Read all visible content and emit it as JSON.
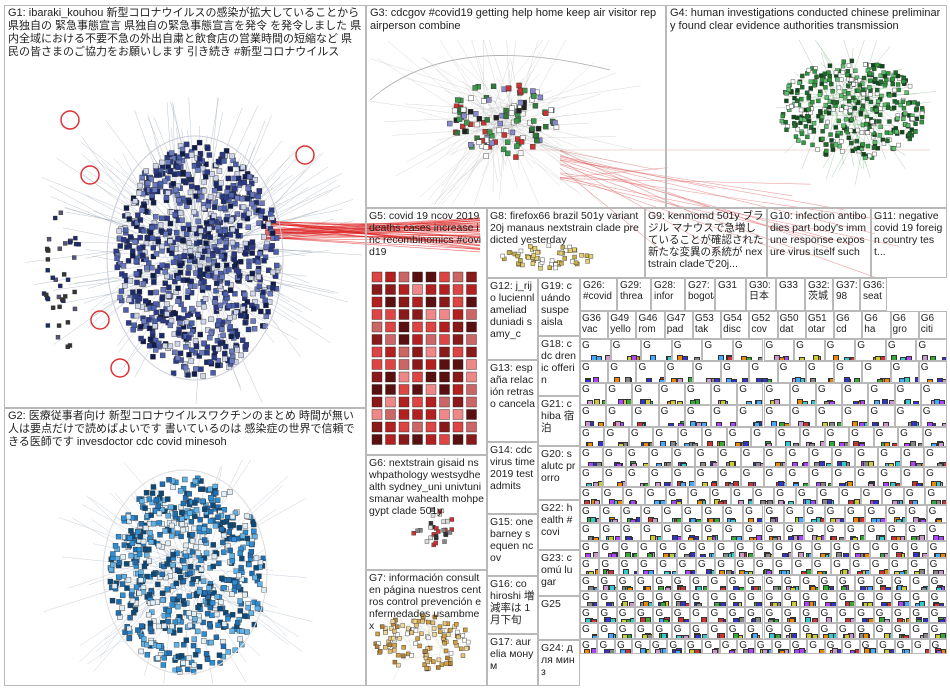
{
  "groups": {
    "g1": "G1: ibaraki_kouhou 新型コロナウイルスの感染が拡大していることから 県独自の 緊急事態宣言 県独自の緊急事態宣言を発令 を発令しました 県内全域における不要不急の外出自粛と飲食店の営業時間の短縮など 県民の皆さまのご協力をお願いします 引き続き #新型コロナウイルス",
    "g2": "G2: 医療従事者向け 新型コロナウイルスワクチンのまとめ 時間が無い人は要点だけで読めばよいです 書いているのは 感染症の世界で信頼できる医師です invesdoctor cdc covid minesoh",
    "g3": "G3: cdcgov #covid19 getting help home keep air visitor repairperson combine",
    "g4": "G4: human investigations conducted chinese preliminary found clear evidence authorities transmission",
    "g5": "G5: covid 19 ncov 2019 deaths cases increase inc recombinomics #covid19",
    "g6": "G6: nextstrain gisaid nswhpathology westsydhealth sydney_uni univtunismanar wahealth mohpegypt clade 501y",
    "g7": "G7: información consulten página nuestros centros control prevención enfermedades usambmex",
    "g8": "G8: firefox66 brazil 501y variant 20j manaus nextstrain clade predicted yesterday",
    "g9": "G9: kenmomd 501y ブラジル マナウスで急増していることが確認された新たな変異の系統が nextstrain cladeで20j...",
    "g10": "G10: infection antibodies part body's immune response exposure virus itself such",
    "g11": "G11: negative covid 19 foreign country test...",
    "g12": "G12: j_rijo luciennl ameliad duniadi samy_c",
    "g13": "G13: españa relación retraso cancela",
    "g14": "G14: cdc virus time 2019 test admits",
    "g15": "G15: one barney sequen ncov",
    "g16": "G16: co hiroshi 増減率は 1月下旬",
    "g17": "G17: aurelia монум",
    "g18": "G18: cdc drenic offerin",
    "g19": "G19: cuándo suspe aisla",
    "g20": "G20: salutc prorro",
    "g21": "G21: chiba 宿泊",
    "g22": "G22: health #covi",
    "g23": "G23: comú lugar",
    "g24": "G24: для минз",
    "g25": "G25",
    "row_a": [
      "G26: #covid",
      "G29: threa",
      "G28: infor",
      "G27: bogota",
      "G31",
      "G30: 日本",
      "G33",
      "G32: 茨城",
      "G37: 98",
      "G36: seat"
    ],
    "row_b": [
      "G36 vac",
      "G49 yello",
      "G46 rom",
      "G47 pad",
      "G53 tak",
      "G54 disc",
      "G52 cov",
      "G50 dat",
      "G51 otar",
      "G6 cd",
      "G6 ha",
      "G6 gro",
      "G6 citi"
    ]
  }
}
